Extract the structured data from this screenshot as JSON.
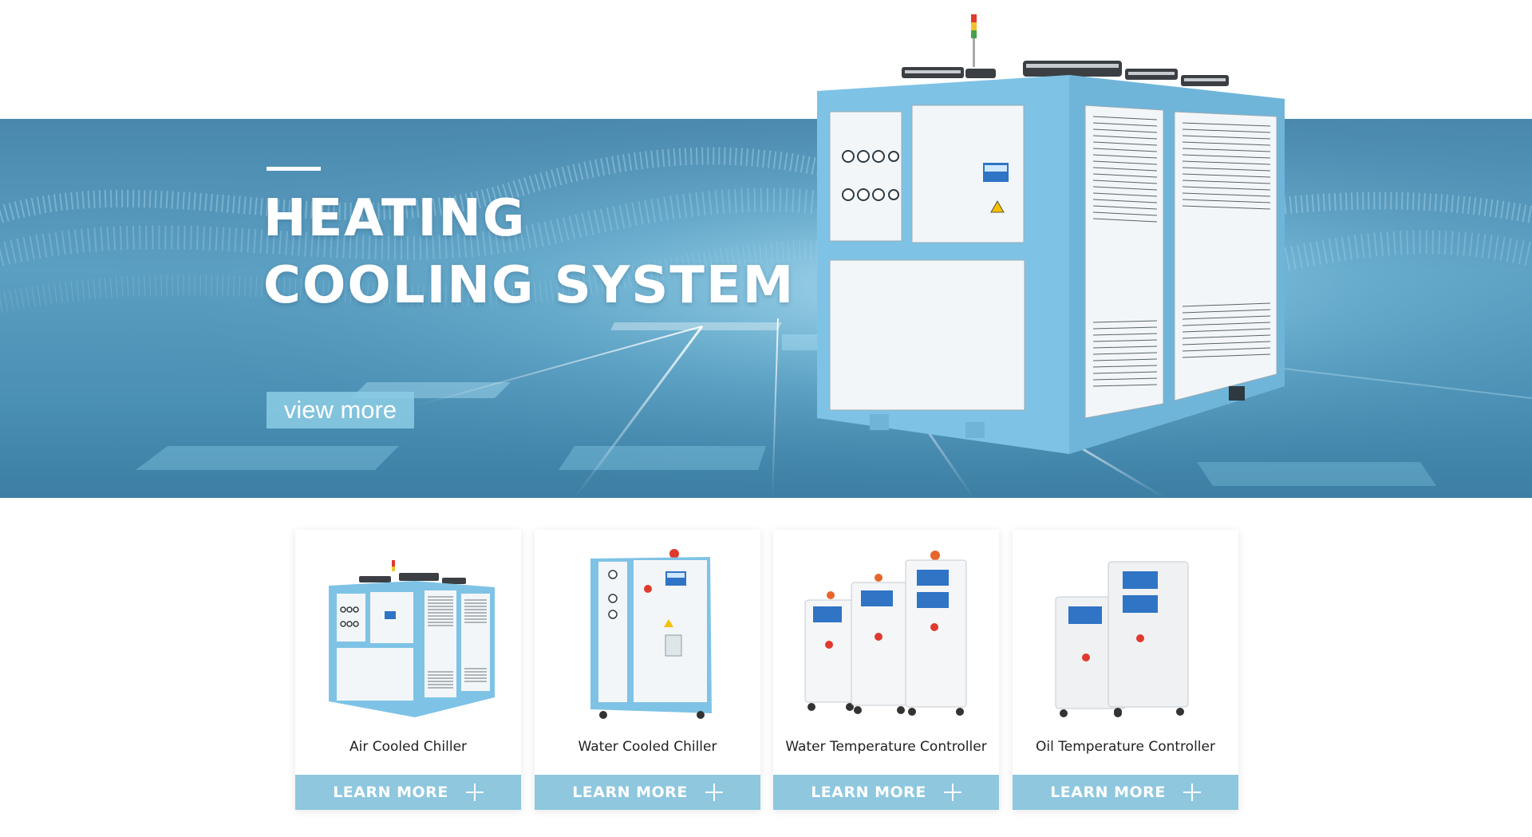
{
  "hero": {
    "title_line1": "HEATING",
    "title_line2": "COOLING SYSTEM",
    "cta_label": "view more"
  },
  "products": [
    {
      "name": "Air Cooled Chiller",
      "cta": "LEARN MORE",
      "icon": "plus-icon"
    },
    {
      "name": "Water Cooled Chiller",
      "cta": "LEARN MORE",
      "icon": "plus-icon"
    },
    {
      "name": "Water Temperature Controller",
      "cta": "LEARN MORE",
      "icon": "plus-icon"
    },
    {
      "name": "Oil Temperature Controller",
      "cta": "LEARN MORE",
      "icon": "plus-icon"
    }
  ],
  "colors": {
    "hero_band": "#4a88ad",
    "accent_light_blue": "#8ec7de",
    "machine_frame_blue": "#7ec3e6",
    "text_dark": "#222222"
  }
}
